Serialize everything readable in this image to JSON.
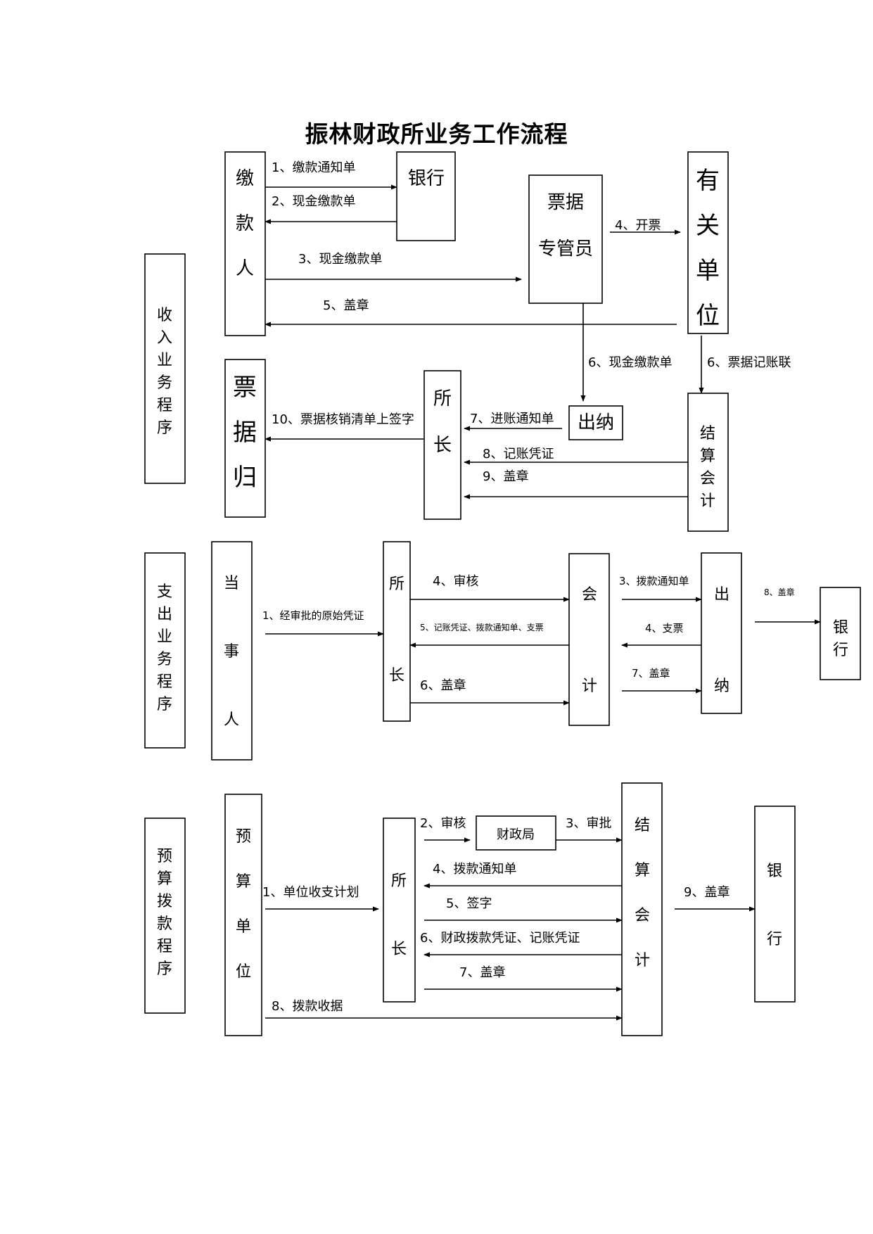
{
  "title": "振林财政所业务工作流程",
  "sections": {
    "income": "收入业务程序",
    "expense": "支出业务程序",
    "budget": "预算拨款程序"
  },
  "income": {
    "nodes": {
      "payer": "缴款人",
      "bank": "银行",
      "ticket_manager_line1": "票据",
      "ticket_manager_line2": "专管员",
      "related_unit": "有关单位",
      "ticket_archive": "票据归",
      "director": "所长",
      "cashier": "出纳",
      "settlement_accountant": "结算会计"
    },
    "edges": {
      "e1": "1、缴款通知单",
      "e2": "2、现金缴款单",
      "e3": "3、现金缴款单",
      "e4": "4、开票",
      "e5": "5、盖章",
      "e6a": "6、现金缴款单",
      "e6b": "6、票据记账联",
      "e7": "7、进账通知单",
      "e8": "8、记账凭证",
      "e9": "9、盖章",
      "e10": "10、票据核销清单上签字"
    }
  },
  "expense": {
    "nodes": {
      "party": "当事人",
      "director": "所长",
      "accountant": "会计",
      "cashier": "出纳",
      "bank": "银行"
    },
    "edges": {
      "e1": "1、经审批的原始凭证",
      "e3": "3、拨款通知单",
      "e4a": "4、审核",
      "e4b": "4、支票",
      "e5": "5、记账凭证、拨款通知单、支票",
      "e6": "6、盖章",
      "e7": "7、盖章",
      "e8": "8、盖章"
    }
  },
  "budget": {
    "nodes": {
      "budget_unit": "预算单位",
      "director": "所长",
      "finance_bureau": "财政局",
      "settlement_accountant": "结算会计",
      "bank": "银行"
    },
    "edges": {
      "e1": "1、单位收支计划",
      "e2": "2、审核",
      "e3": "3、审批",
      "e4": "4、拨款通知单",
      "e5": "5、签字",
      "e6": "6、财政拨款凭证、记账凭证",
      "e7": "7、盖章",
      "e8": "8、拨款收据",
      "e9": "9、盖章"
    }
  }
}
